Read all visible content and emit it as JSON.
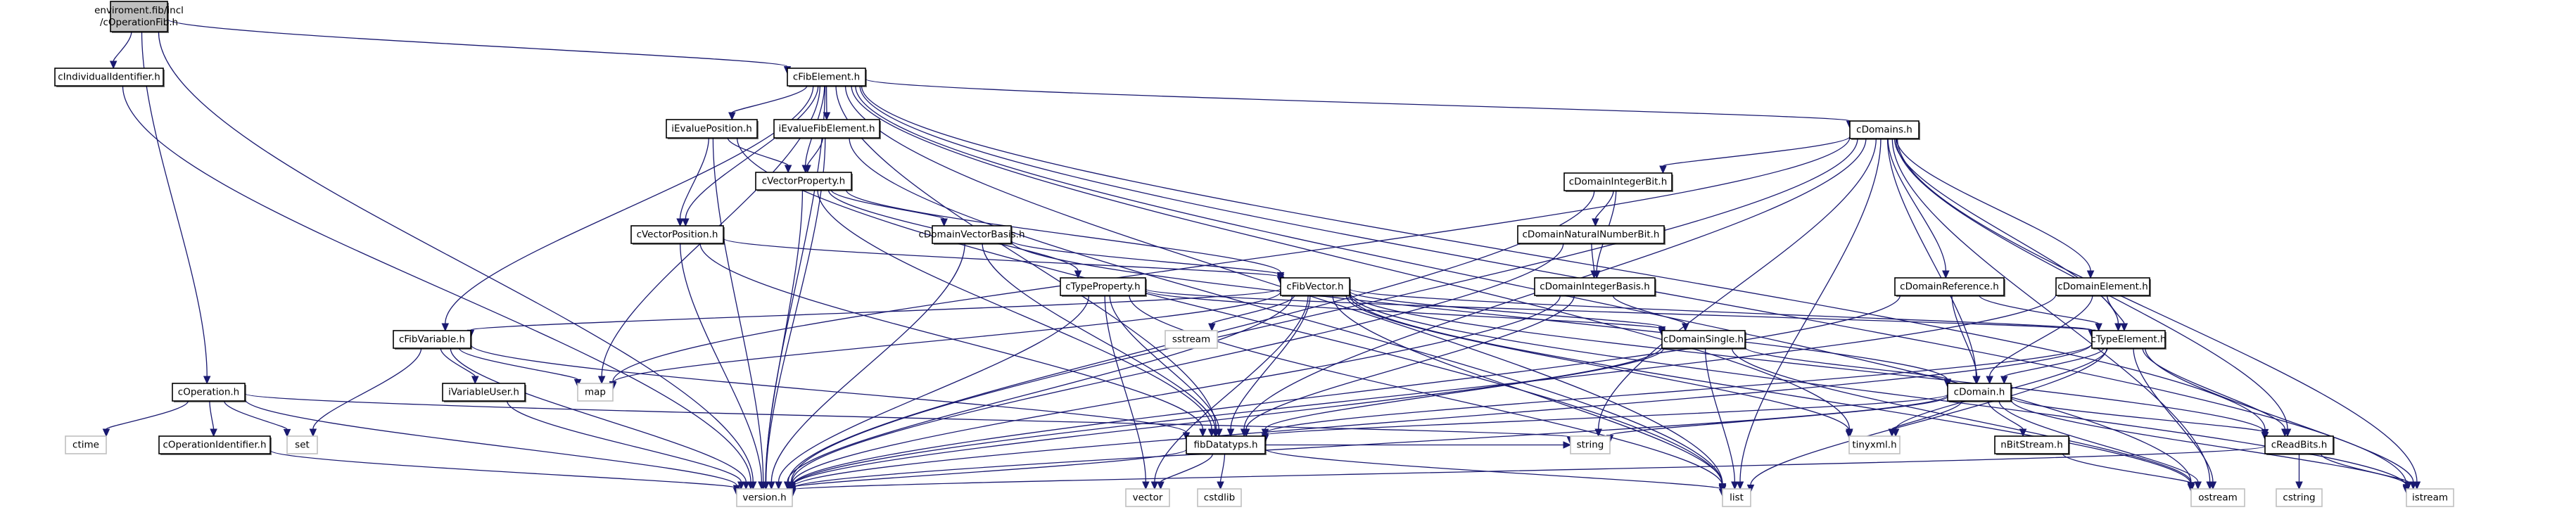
{
  "diagram": {
    "type": "include-dependency-graph",
    "root": "cOperationFib",
    "colors": {
      "edge": "#191970",
      "root_fill": "#bfbfbf",
      "node_fill": "#ffffff",
      "node_border": "#000000",
      "external_border": "#bfbfbf"
    },
    "nodes": [
      {
        "id": "cOperationFib",
        "label": [
          "enviroment.fib/incl",
          "/cOperationFib.h"
        ],
        "kind": "root"
      },
      {
        "id": "cIndividualIdentifier",
        "label": [
          "cIndividualIdentifier.h"
        ],
        "kind": "file"
      },
      {
        "id": "cFibElement",
        "label": [
          "cFibElement.h"
        ],
        "kind": "file"
      },
      {
        "id": "iEvaluePosition",
        "label": [
          "iEvaluePosition.h"
        ],
        "kind": "file"
      },
      {
        "id": "iEvalueFibElement",
        "label": [
          "iEvalueFibElement.h"
        ],
        "kind": "file"
      },
      {
        "id": "cVectorProperty",
        "label": [
          "cVectorProperty.h"
        ],
        "kind": "file"
      },
      {
        "id": "cVectorPosition",
        "label": [
          "cVectorPosition.h"
        ],
        "kind": "file"
      },
      {
        "id": "cDomainVectorBasis",
        "label": [
          "cDomainVectorBasis.h"
        ],
        "kind": "file"
      },
      {
        "id": "cTypeProperty",
        "label": [
          "cTypeProperty.h"
        ],
        "kind": "file"
      },
      {
        "id": "cFibVector",
        "label": [
          "cFibVector.h"
        ],
        "kind": "file"
      },
      {
        "id": "sstream",
        "label": [
          "sstream"
        ],
        "kind": "external"
      },
      {
        "id": "cFibVariable",
        "label": [
          "cFibVariable.h"
        ],
        "kind": "file"
      },
      {
        "id": "iVariableUser",
        "label": [
          "iVariableUser.h"
        ],
        "kind": "file"
      },
      {
        "id": "map",
        "label": [
          "map"
        ],
        "kind": "external"
      },
      {
        "id": "cOperation",
        "label": [
          "cOperation.h"
        ],
        "kind": "file"
      },
      {
        "id": "ctime",
        "label": [
          "ctime"
        ],
        "kind": "external"
      },
      {
        "id": "cOperationIdentifier",
        "label": [
          "cOperationIdentifier.h"
        ],
        "kind": "file"
      },
      {
        "id": "set",
        "label": [
          "set"
        ],
        "kind": "external"
      },
      {
        "id": "version",
        "label": [
          "version.h"
        ],
        "kind": "external"
      },
      {
        "id": "fibDatatyps",
        "label": [
          "fibDatatyps.h"
        ],
        "kind": "file"
      },
      {
        "id": "vector",
        "label": [
          "vector"
        ],
        "kind": "external"
      },
      {
        "id": "cstdlib",
        "label": [
          "cstdlib"
        ],
        "kind": "external"
      },
      {
        "id": "string",
        "label": [
          "string"
        ],
        "kind": "external"
      },
      {
        "id": "list",
        "label": [
          "list"
        ],
        "kind": "external"
      },
      {
        "id": "cDomains",
        "label": [
          "cDomains.h"
        ],
        "kind": "file"
      },
      {
        "id": "cDomainIntegerBit",
        "label": [
          "cDomainIntegerBit.h"
        ],
        "kind": "file"
      },
      {
        "id": "cDomainNaturalNumberBit",
        "label": [
          "cDomainNaturalNumberBit.h"
        ],
        "kind": "file"
      },
      {
        "id": "cDomainIntegerBasis",
        "label": [
          "cDomainIntegerBasis.h"
        ],
        "kind": "file"
      },
      {
        "id": "cDomainSingle",
        "label": [
          "cDomainSingle.h"
        ],
        "kind": "file"
      },
      {
        "id": "cDomainReference",
        "label": [
          "cDomainReference.h"
        ],
        "kind": "file"
      },
      {
        "id": "cDomainElement",
        "label": [
          "cDomainElement.h"
        ],
        "kind": "file"
      },
      {
        "id": "cTypeElement",
        "label": [
          "cTypeElement.h"
        ],
        "kind": "file"
      },
      {
        "id": "cDomain",
        "label": [
          "cDomain.h"
        ],
        "kind": "file"
      },
      {
        "id": "tinyxml",
        "label": [
          "tinyxml.h"
        ],
        "kind": "external"
      },
      {
        "id": "nBitStream",
        "label": [
          "nBitStream.h"
        ],
        "kind": "file"
      },
      {
        "id": "cReadBits",
        "label": [
          "cReadBits.h"
        ],
        "kind": "file"
      },
      {
        "id": "ostream",
        "label": [
          "ostream"
        ],
        "kind": "external"
      },
      {
        "id": "cstring",
        "label": [
          "cstring"
        ],
        "kind": "external"
      },
      {
        "id": "istream",
        "label": [
          "istream"
        ],
        "kind": "external"
      }
    ],
    "edges": [
      [
        "cOperationFib",
        "cIndividualIdentifier"
      ],
      [
        "cOperationFib",
        "cFibElement"
      ],
      [
        "cOperationFib",
        "cOperation"
      ],
      [
        "cOperationFib",
        "version"
      ],
      [
        "cIndividualIdentifier",
        "version"
      ],
      [
        "cFibElement",
        "iEvaluePosition"
      ],
      [
        "cFibElement",
        "iEvalueFibElement"
      ],
      [
        "cFibElement",
        "cVectorProperty"
      ],
      [
        "cFibElement",
        "cVectorPosition"
      ],
      [
        "cFibElement",
        "cFibVariable"
      ],
      [
        "cFibElement",
        "cDomains"
      ],
      [
        "cFibElement",
        "fibDatatyps"
      ],
      [
        "cFibElement",
        "version"
      ],
      [
        "cFibElement",
        "map"
      ],
      [
        "cFibElement",
        "list"
      ],
      [
        "cFibElement",
        "tinyxml"
      ],
      [
        "cFibElement",
        "cReadBits"
      ],
      [
        "cFibElement",
        "ostream"
      ],
      [
        "cFibElement",
        "istream"
      ],
      [
        "iEvaluePosition",
        "cVectorProperty"
      ],
      [
        "iEvaluePosition",
        "cVectorPosition"
      ],
      [
        "iEvaluePosition",
        "version"
      ],
      [
        "iEvaluePosition",
        "list"
      ],
      [
        "iEvalueFibElement",
        "cVectorProperty"
      ],
      [
        "iEvalueFibElement",
        "version"
      ],
      [
        "iEvalueFibElement",
        "list"
      ],
      [
        "cVectorProperty",
        "cDomainVectorBasis"
      ],
      [
        "cVectorProperty",
        "cTypeProperty"
      ],
      [
        "cVectorProperty",
        "cFibVector"
      ],
      [
        "cVectorProperty",
        "fibDatatyps"
      ],
      [
        "cVectorProperty",
        "version"
      ],
      [
        "cVectorPosition",
        "cFibVector"
      ],
      [
        "cVectorPosition",
        "fibDatatyps"
      ],
      [
        "cVectorPosition",
        "version"
      ],
      [
        "cDomainVectorBasis",
        "cFibVector"
      ],
      [
        "cDomainVectorBasis",
        "cDomain"
      ],
      [
        "cDomainVectorBasis",
        "fibDatatyps"
      ],
      [
        "cDomainVectorBasis",
        "version"
      ],
      [
        "cTypeProperty",
        "cTypeElement"
      ],
      [
        "cTypeProperty",
        "cDomainSingle"
      ],
      [
        "cTypeProperty",
        "fibDatatyps"
      ],
      [
        "cTypeProperty",
        "version"
      ],
      [
        "cTypeProperty",
        "list"
      ],
      [
        "cTypeProperty",
        "vector"
      ],
      [
        "cFibVector",
        "cFibVariable"
      ],
      [
        "cFibVector",
        "sstream"
      ],
      [
        "cFibVector",
        "cTypeElement"
      ],
      [
        "cFibVector",
        "cDomainSingle"
      ],
      [
        "cFibVector",
        "cReadBits"
      ],
      [
        "cFibVector",
        "fibDatatyps"
      ],
      [
        "cFibVector",
        "version"
      ],
      [
        "cFibVector",
        "list"
      ],
      [
        "cFibVector",
        "map"
      ],
      [
        "cFibVector",
        "vector"
      ],
      [
        "cFibVector",
        "tinyxml"
      ],
      [
        "cFibVector",
        "ostream"
      ],
      [
        "cFibVector",
        "istream"
      ],
      [
        "cFibVariable",
        "iVariableUser"
      ],
      [
        "cFibVariable",
        "map"
      ],
      [
        "cFibVariable",
        "set"
      ],
      [
        "cFibVariable",
        "fibDatatyps"
      ],
      [
        "cFibVariable",
        "version"
      ],
      [
        "iVariableUser",
        "version"
      ],
      [
        "cOperation",
        "ctime"
      ],
      [
        "cOperation",
        "cOperationIdentifier"
      ],
      [
        "cOperation",
        "set"
      ],
      [
        "cOperation",
        "string"
      ],
      [
        "cOperation",
        "version"
      ],
      [
        "cOperationIdentifier",
        "version"
      ],
      [
        "fibDatatyps",
        "version"
      ],
      [
        "fibDatatyps",
        "vector"
      ],
      [
        "fibDatatyps",
        "cstdlib"
      ],
      [
        "fibDatatyps",
        "string"
      ],
      [
        "fibDatatyps",
        "list"
      ],
      [
        "cDomains",
        "cDomainIntegerBit"
      ],
      [
        "cDomains",
        "cDomainReference"
      ],
      [
        "cDomains",
        "cDomainElement"
      ],
      [
        "cDomains",
        "cTypeElement"
      ],
      [
        "cDomains",
        "cDomain"
      ],
      [
        "cDomains",
        "fibDatatyps"
      ],
      [
        "cDomains",
        "version"
      ],
      [
        "cDomains",
        "list"
      ],
      [
        "cDomains",
        "string"
      ],
      [
        "cDomains",
        "map"
      ],
      [
        "cDomains",
        "cReadBits"
      ],
      [
        "cDomains",
        "ostream"
      ],
      [
        "cDomains",
        "istream"
      ],
      [
        "cDomainIntegerBit",
        "cDomainNaturalNumberBit"
      ],
      [
        "cDomainIntegerBit",
        "cDomainIntegerBasis"
      ],
      [
        "cDomainIntegerBit",
        "version"
      ],
      [
        "cDomainNaturalNumberBit",
        "cDomainIntegerBasis"
      ],
      [
        "cDomainNaturalNumberBit",
        "version"
      ],
      [
        "cDomainIntegerBasis",
        "cDomainSingle"
      ],
      [
        "cDomainIntegerBasis",
        "fibDatatyps"
      ],
      [
        "cDomainIntegerBasis",
        "version"
      ],
      [
        "cDomainSingle",
        "cDomain"
      ],
      [
        "cDomainSingle",
        "fibDatatyps"
      ],
      [
        "cDomainSingle",
        "version"
      ],
      [
        "cDomainSingle",
        "list"
      ],
      [
        "cDomainSingle",
        "ostream"
      ],
      [
        "cDomainReference",
        "cTypeElement"
      ],
      [
        "cDomainReference",
        "cDomain"
      ],
      [
        "cDomainReference",
        "version"
      ],
      [
        "cDomainElement",
        "cTypeElement"
      ],
      [
        "cDomainElement",
        "cDomain"
      ],
      [
        "cDomainElement",
        "version"
      ],
      [
        "cTypeElement",
        "cDomain"
      ],
      [
        "cTypeElement",
        "fibDatatyps"
      ],
      [
        "cTypeElement",
        "version"
      ],
      [
        "cTypeElement",
        "tinyxml"
      ],
      [
        "cTypeElement",
        "cReadBits"
      ],
      [
        "cTypeElement",
        "ostream"
      ],
      [
        "cTypeElement",
        "istream"
      ],
      [
        "cTypeElement",
        "list"
      ],
      [
        "cDomain",
        "fibDatatyps"
      ],
      [
        "cDomain",
        "version"
      ],
      [
        "cDomain",
        "string"
      ],
      [
        "cDomain",
        "tinyxml"
      ],
      [
        "cDomain",
        "nBitStream"
      ],
      [
        "cDomain",
        "cReadBits"
      ],
      [
        "cDomain",
        "ostream"
      ],
      [
        "cDomain",
        "istream"
      ],
      [
        "nBitStream",
        "ostream"
      ],
      [
        "cReadBits",
        "cstring"
      ],
      [
        "cReadBits",
        "istream"
      ],
      [
        "cReadBits",
        "version"
      ]
    ]
  }
}
